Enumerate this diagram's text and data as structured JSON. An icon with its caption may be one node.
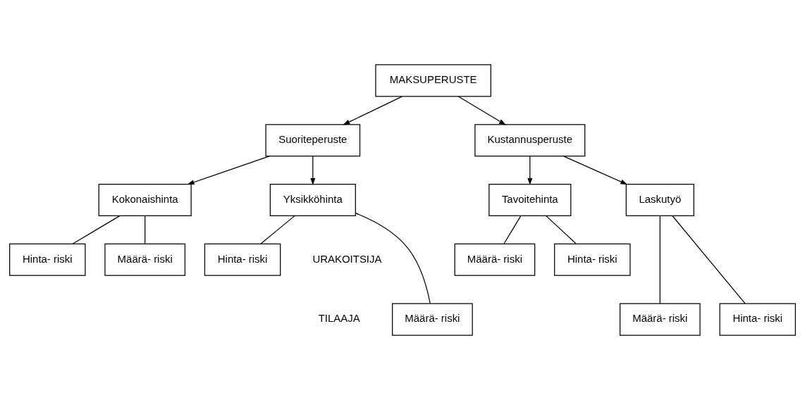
{
  "diagram": {
    "nodes": [
      {
        "text": [
          "MAKSUPERUSTE"
        ]
      },
      {
        "text": [
          "Suoriteperuste"
        ]
      },
      {
        "text": [
          "Kustannusperuste"
        ]
      },
      {
        "text": [
          "Kokonaishinta"
        ]
      },
      {
        "text": [
          "Yksikköhinta"
        ]
      },
      {
        "text": [
          "Tavoitehinta"
        ]
      },
      {
        "text": [
          "Laskutyö"
        ]
      },
      {
        "text": [
          "Hinta- riski"
        ]
      },
      {
        "text": [
          "Määrä- riski"
        ]
      },
      {
        "text": [
          "Hinta- riski"
        ]
      },
      {
        "text": [
          "Hinta- riski"
        ]
      },
      {
        "text": [
          "Määrä- riski"
        ]
      },
      {
        "text": [
          "Määrä- riski"
        ]
      },
      {
        "text": [
          "Hinta- riski"
        ]
      },
      {
        "text": [
          "Määrä- riski"
        ]
      }
    ],
    "edges": [
      {
        "from": 0,
        "to": 1,
        "arrow": "to"
      },
      {
        "from": 0,
        "to": 2,
        "arrow": "to"
      },
      {
        "from": 1,
        "to": 3,
        "arrow": "to"
      },
      {
        "from": 1,
        "to": 4,
        "arrow": "to"
      },
      {
        "from": 2,
        "to": 5,
        "arrow": "to"
      },
      {
        "from": 2,
        "to": 6,
        "arrow": "to"
      },
      {
        "from": 3,
        "to": 7,
        "arrow": "none"
      },
      {
        "from": 3,
        "to": 8,
        "arrow": "none"
      },
      {
        "from": 4,
        "to": 9,
        "arrow": "none"
      },
      {
        "from": 4,
        "to": 12,
        "arrow": "none"
      },
      {
        "from": 5,
        "to": 10,
        "arrow": "none"
      },
      {
        "from": 5,
        "to": 11,
        "arrow": "none"
      },
      {
        "from": 6,
        "to": 13,
        "arrow": "none"
      },
      {
        "from": 6,
        "to": 14,
        "arrow": "none"
      }
    ],
    "labels": [
      "URAKOITSIJA",
      "TILAAJA"
    ]
  }
}
